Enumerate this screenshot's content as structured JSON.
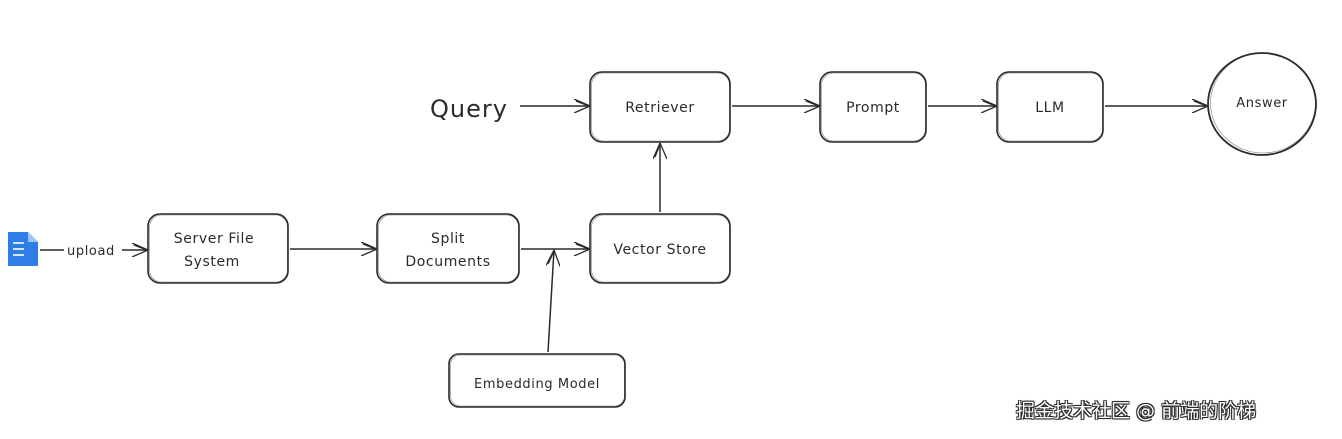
{
  "diagram": {
    "nodes": {
      "query": "Query",
      "retriever": "Retriever",
      "prompt": "Prompt",
      "llm": "LLM",
      "answer": "Answer",
      "server_file_system_line1": "Server File",
      "server_file_system_line2": "System",
      "split_documents_line1": "Split",
      "split_documents_line2": "Documents",
      "vector_store": "Vector Store",
      "embedding_model": "Embedding Model"
    },
    "edge_labels": {
      "upload": "upload"
    },
    "icons": {
      "document": "document-icon"
    },
    "colors": {
      "stroke": "#2a2a2a",
      "document_icon": "#2f7ee8"
    }
  },
  "watermark": "掘金技术社区 @ 前端的阶梯"
}
